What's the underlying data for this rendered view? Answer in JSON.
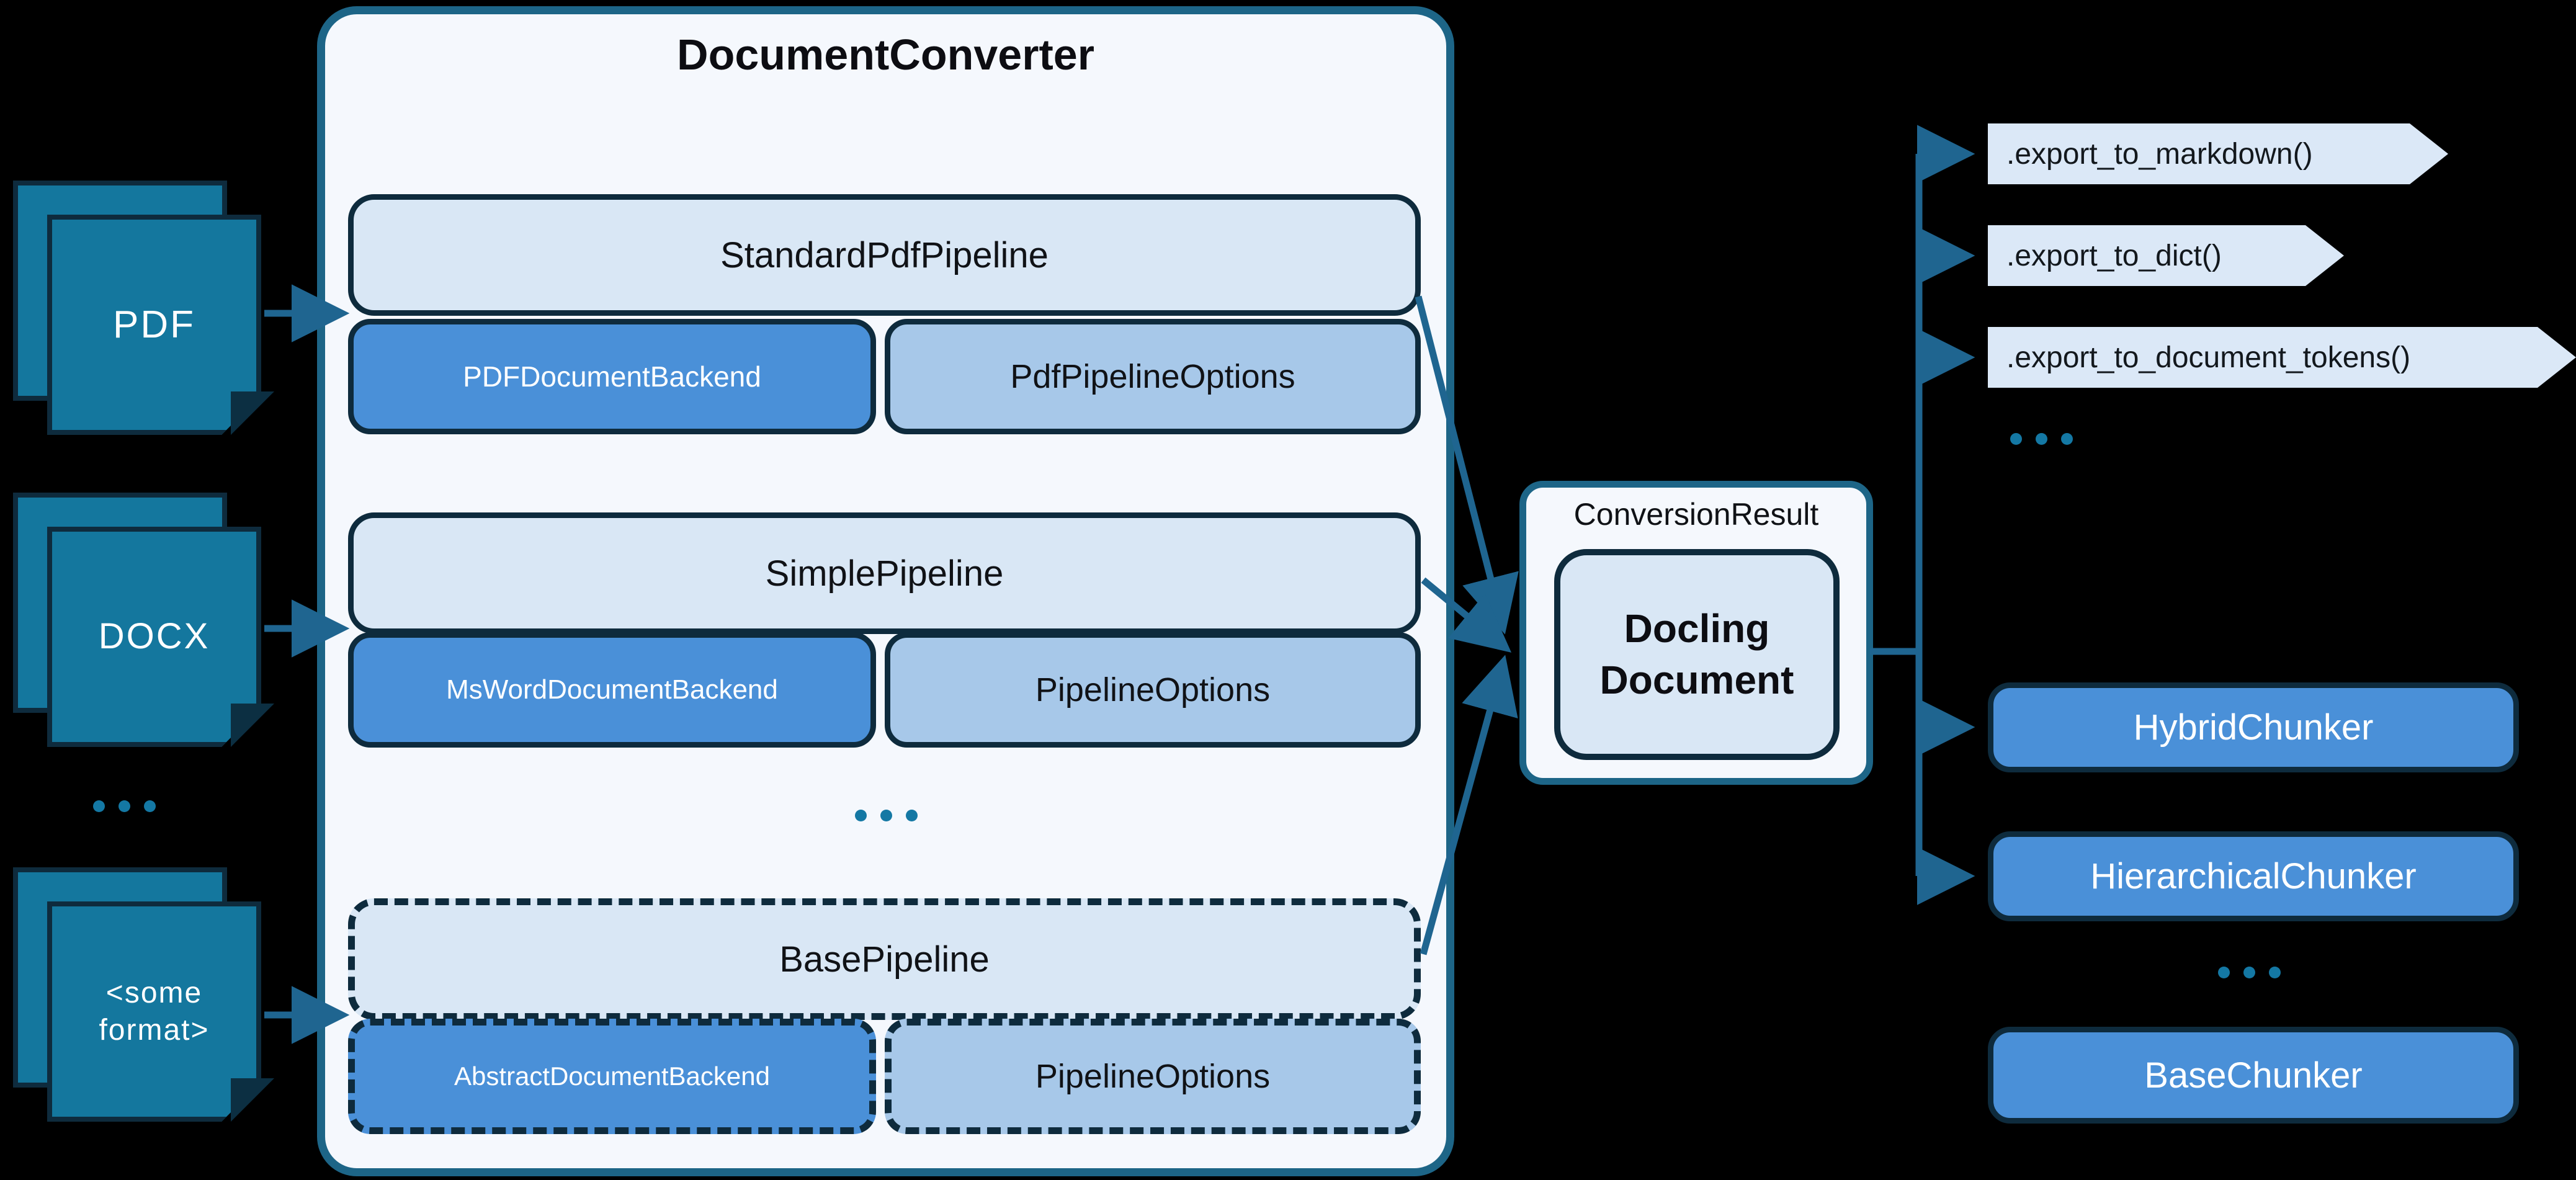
{
  "inputs": {
    "items": [
      {
        "label": "PDF"
      },
      {
        "label": "DOCX"
      },
      {
        "label": "<some format>"
      }
    ],
    "ellipsis": "..."
  },
  "converter": {
    "title": "DocumentConverter",
    "rows": [
      {
        "pipeline": "StandardPdfPipeline",
        "backend": "PDFDocumentBackend",
        "options": "PdfPipelineOptions",
        "style": "solid"
      },
      {
        "pipeline": "SimplePipeline",
        "backend": "MsWordDocumentBackend",
        "options": "PipelineOptions",
        "style": "solid"
      },
      {
        "pipeline": "BasePipeline",
        "backend": "AbstractDocumentBackend",
        "options": "PipelineOptions",
        "style": "dashed"
      }
    ],
    "ellipsis": "..."
  },
  "result": {
    "title": "ConversionResult",
    "document": "Docling Document"
  },
  "exports": {
    "items": [
      {
        "label": ".export_to_markdown()"
      },
      {
        "label": ".export_to_dict()"
      },
      {
        "label": ".export_to_document_tokens()"
      }
    ],
    "ellipsis": "..."
  },
  "chunkers": {
    "items": [
      {
        "label": "HybridChunker",
        "style": "solid"
      },
      {
        "label": "HierarchicalChunker",
        "style": "solid"
      },
      {
        "label": "BaseChunker",
        "style": "dashed"
      }
    ],
    "ellipsis": "..."
  },
  "colors": {
    "background": "#000000",
    "doc_icon": "#14779e",
    "border_navy": "#0e2b3d",
    "container_border": "#1d6587",
    "panel_bg": "#f5f8fd",
    "pipeline_bg": "#d9e7f5",
    "backend_bg": "#4a90d8",
    "options_bg": "#a7c8e9",
    "banner_bg": "#dbe8f7",
    "arrow": "#1f6590",
    "dots": "#1478a4"
  }
}
